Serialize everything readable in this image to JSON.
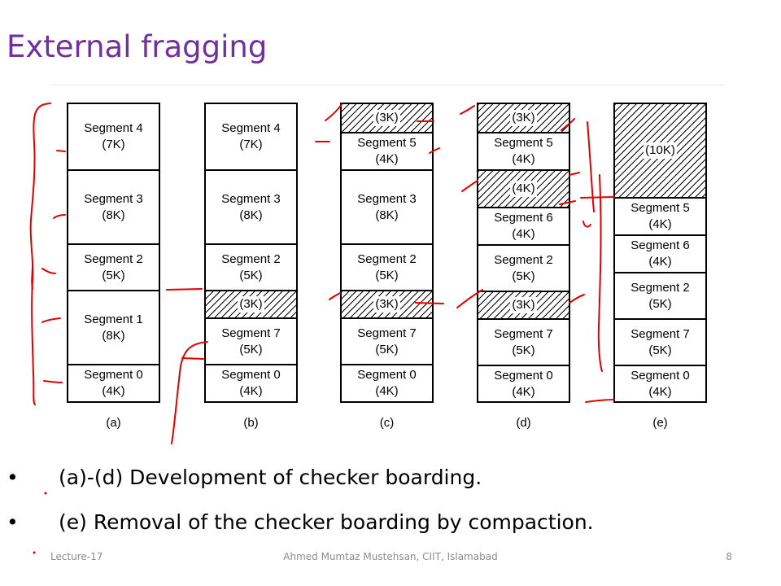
{
  "slide": {
    "title": "External fragging",
    "bullets": [
      "(a)-(d) Development of checker boarding.",
      "(e) Removal of the checker boarding by compaction."
    ],
    "footer_left": "Lecture-17",
    "footer_center": "Ahmed Mumtaz Mustehsan, CIIT, Islamabad",
    "page_number": "8"
  },
  "figure": {
    "columns": [
      {
        "caption": "(a)",
        "blocks": [
          {
            "name": "Segment 4",
            "size": "(7K)",
            "kb": 7
          },
          {
            "name": "Segment 3",
            "size": "(8K)",
            "kb": 8
          },
          {
            "name": "Segment 2",
            "size": "(5K)",
            "kb": 5
          },
          {
            "name": "Segment 1",
            "size": "(8K)",
            "kb": 8
          },
          {
            "name": "Segment 0",
            "size": "(4K)",
            "kb": 4
          }
        ]
      },
      {
        "caption": "(b)",
        "blocks": [
          {
            "name": "Segment 4",
            "size": "(7K)",
            "kb": 7
          },
          {
            "name": "Segment 3",
            "size": "(8K)",
            "kb": 8
          },
          {
            "name": "Segment 2",
            "size": "(5K)",
            "kb": 5
          },
          {
            "name": "",
            "size": "(3K)",
            "kb": 3,
            "hole": true
          },
          {
            "name": "Segment 7",
            "size": "(5K)",
            "kb": 5
          },
          {
            "name": "Segment 0",
            "size": "(4K)",
            "kb": 4
          }
        ]
      },
      {
        "caption": "(c)",
        "blocks": [
          {
            "name": "",
            "size": "(3K)",
            "kb": 3,
            "hole": true
          },
          {
            "name": "Segment 5",
            "size": "(4K)",
            "kb": 4
          },
          {
            "name": "Segment 3",
            "size": "(8K)",
            "kb": 8
          },
          {
            "name": "Segment 2",
            "size": "(5K)",
            "kb": 5
          },
          {
            "name": "",
            "size": "(3K)",
            "kb": 3,
            "hole": true
          },
          {
            "name": "Segment 7",
            "size": "(5K)",
            "kb": 5
          },
          {
            "name": "Segment 0",
            "size": "(4K)",
            "kb": 4
          }
        ]
      },
      {
        "caption": "(d)",
        "blocks": [
          {
            "name": "",
            "size": "(3K)",
            "kb": 3,
            "hole": true
          },
          {
            "name": "Segment 5",
            "size": "(4K)",
            "kb": 4
          },
          {
            "name": "",
            "size": "(4K)",
            "kb": 4,
            "hole": true
          },
          {
            "name": "Segment 6",
            "size": "(4K)",
            "kb": 4
          },
          {
            "name": "Segment 2",
            "size": "(5K)",
            "kb": 5
          },
          {
            "name": "",
            "size": "(3K)",
            "kb": 3,
            "hole": true
          },
          {
            "name": "Segment 7",
            "size": "(5K)",
            "kb": 5
          },
          {
            "name": "Segment 0",
            "size": "(4K)",
            "kb": 4
          }
        ]
      },
      {
        "caption": "(e)",
        "blocks": [
          {
            "name": "",
            "size": "(10K)",
            "kb": 10,
            "hole": true
          },
          {
            "name": "Segment 5",
            "size": "(4K)",
            "kb": 4
          },
          {
            "name": "Segment 6",
            "size": "(4K)",
            "kb": 4
          },
          {
            "name": "Segment 2",
            "size": "(5K)",
            "kb": 5
          },
          {
            "name": "Segment 7",
            "size": "(5K)",
            "kb": 5
          },
          {
            "name": "Segment 0",
            "size": "(4K)",
            "kb": 4
          }
        ]
      }
    ]
  },
  "colors": {
    "title": "#7030a0",
    "ink_annotations": "#e00000",
    "footer_text": "#8c8c8c"
  }
}
